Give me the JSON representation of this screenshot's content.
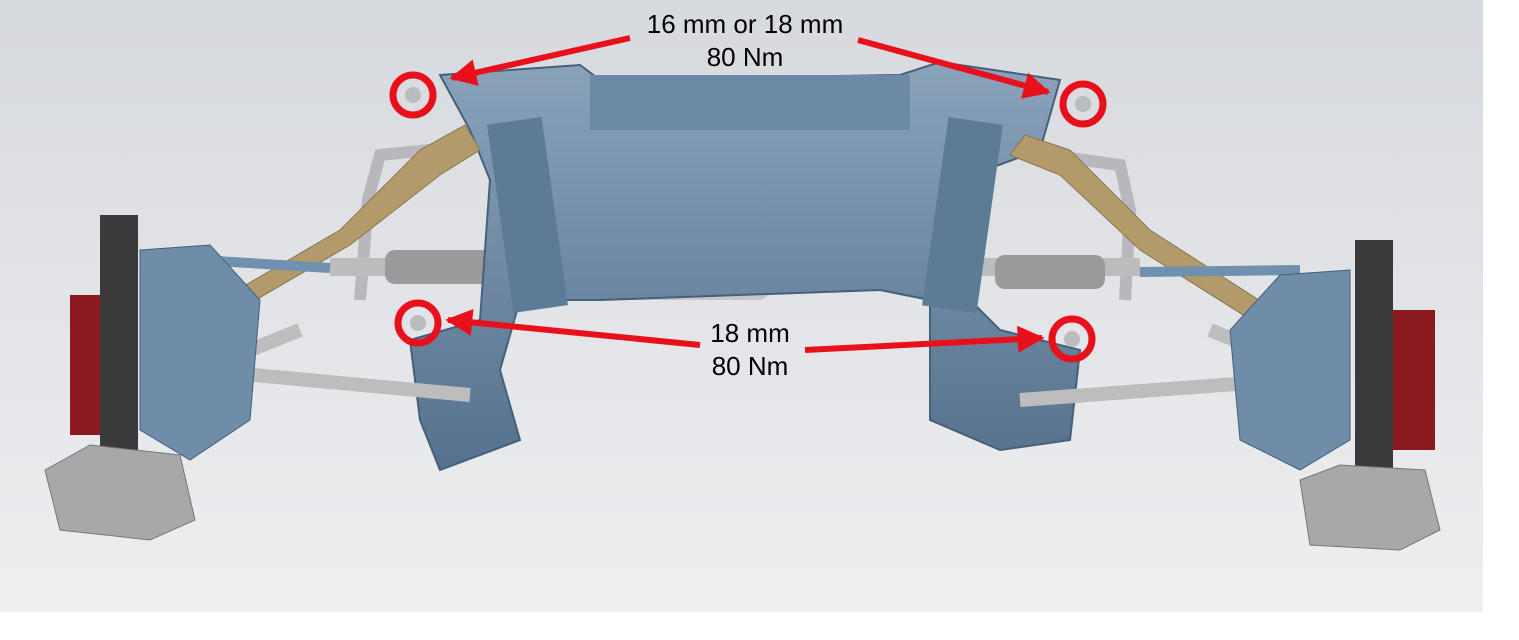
{
  "annotations": {
    "upper": {
      "size": "16 mm or 18 mm",
      "torque": "80 Nm"
    },
    "lower": {
      "size": "18 mm",
      "torque": "80 Nm"
    }
  },
  "colors": {
    "marker": "#e8101a",
    "subframe": "#6f8ca8",
    "control_arm": "#b39a6a",
    "steering_motor": "#e06a6a",
    "hub": "#8a1a20",
    "background_top": "#d8dbe0",
    "background_bottom": "#eeeef0"
  }
}
